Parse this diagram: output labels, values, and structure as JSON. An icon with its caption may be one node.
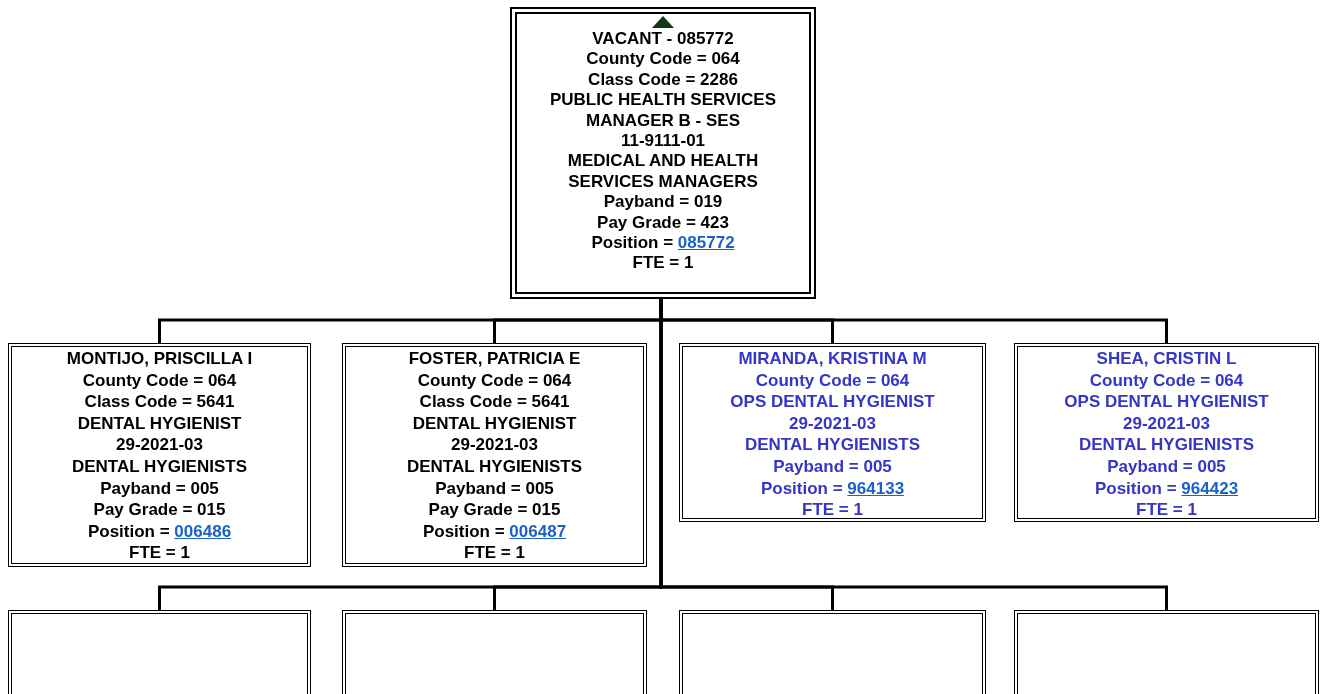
{
  "diagram": {
    "nodes": [
      {
        "text": [
          "VACANT - 085772",
          "County Code = 064",
          "Class Code = 2286",
          "PUBLIC HEALTH SERVICES MANAGER B - SES",
          "11-9111-01",
          "MEDICAL AND HEALTH SERVICES MANAGERS",
          "Payband = 019",
          "Pay Grade = 423",
          "Position =",
          "085772",
          "FTE = 1"
        ]
      },
      {
        "text": [
          "MONTIJO, PRISCILLA I",
          "County Code = 064",
          "Class Code = 5641",
          "DENTAL HYGIENIST",
          "29-2021-03",
          "DENTAL HYGIENISTS",
          "Payband = 005",
          "Pay Grade = 015",
          "Position =",
          "006486",
          "FTE = 1"
        ]
      },
      {
        "text": [
          "FOSTER, PATRICIA E",
          "County Code = 064",
          "Class Code = 5641",
          "DENTAL HYGIENIST",
          "29-2021-03",
          "DENTAL HYGIENISTS",
          "Payband = 005",
          "Pay Grade = 015",
          "Position =",
          "006487",
          "FTE = 1"
        ]
      },
      {
        "text": [
          "MIRANDA, KRISTINA M",
          "County Code = 064",
          "OPS DENTAL HYGIENIST",
          "29-2021-03",
          "DENTAL HYGIENISTS",
          "Payband = 005",
          "Position =",
          "964133",
          "FTE = 1"
        ]
      },
      {
        "text": [
          "SHEA, CRISTIN L",
          "County Code = 064",
          "OPS DENTAL HYGIENIST",
          "29-2021-03",
          "DENTAL HYGIENISTS",
          "Payband = 005",
          "Position =",
          "964423",
          "FTE = 1"
        ]
      },
      {
        "text": [],
        "shape": "box"
      },
      {
        "text": [],
        "shape": "box"
      },
      {
        "text": [],
        "shape": "box"
      },
      {
        "text": [],
        "shape": "box"
      }
    ],
    "edges": [
      {
        "from": 0,
        "to": 1,
        "arrow": "none"
      },
      {
        "from": 0,
        "to": 2,
        "arrow": "none"
      },
      {
        "from": 0,
        "to": 3,
        "arrow": "none"
      },
      {
        "from": 0,
        "to": 4,
        "arrow": "none"
      },
      {
        "from": 0,
        "to": 5,
        "arrow": "none"
      },
      {
        "from": 0,
        "to": 6,
        "arrow": "none"
      },
      {
        "from": 0,
        "to": 7,
        "arrow": "none"
      },
      {
        "from": 0,
        "to": 8,
        "arrow": "none"
      }
    ]
  }
}
